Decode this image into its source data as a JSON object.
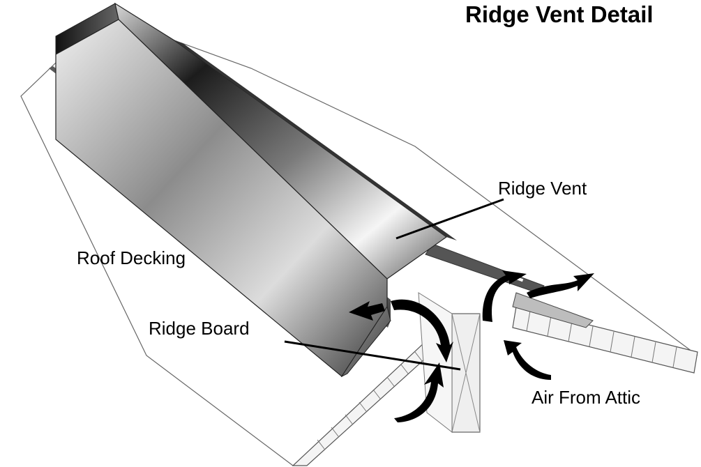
{
  "title": "Ridge Vent Detail",
  "labels": {
    "ridge_vent": "Ridge Vent",
    "roof_decking": "Roof Decking",
    "ridge_board": "Ridge Board",
    "air_from_attic": "Air From Attic"
  },
  "colors": {
    "background": "#ffffff",
    "text": "#000000",
    "metal_dark": "#1a1a1a",
    "metal_light": "#f2f2f2",
    "wood": "#efefef",
    "outline": "#555555",
    "arrow": "#000000"
  }
}
